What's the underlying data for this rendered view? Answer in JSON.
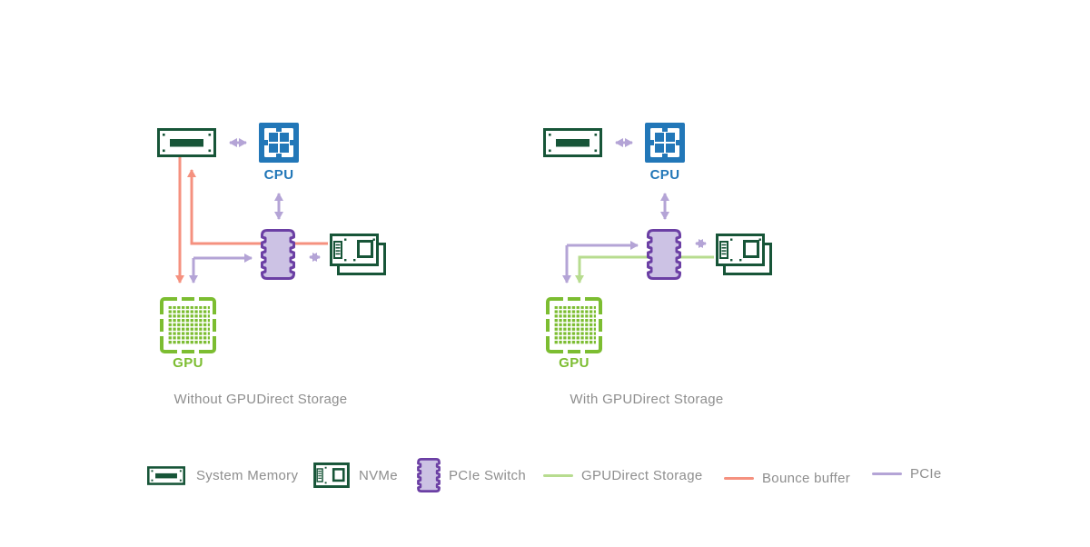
{
  "diagrams": [
    {
      "title": "Without GPUDirect Storage",
      "cpu_label": "CPU",
      "gpu_label": "GPU",
      "nodes": [
        "system-memory",
        "cpu",
        "pcie-switch",
        "nvme",
        "gpu"
      ],
      "paths": [
        "pcie: system-memory<->cpu",
        "pcie: cpu<->pcie-switch",
        "pcie: pcie-switch<->nvme",
        "pcie: pcie-switch<->gpu",
        "bounce-buffer: nvme->system-memory",
        "bounce-buffer: system-memory->gpu"
      ]
    },
    {
      "title": "With GPUDirect Storage",
      "cpu_label": "CPU",
      "gpu_label": "GPU",
      "nodes": [
        "system-memory",
        "cpu",
        "pcie-switch",
        "nvme",
        "gpu"
      ],
      "paths": [
        "pcie: system-memory<->cpu",
        "pcie: cpu<->pcie-switch",
        "pcie: pcie-switch<->nvme",
        "pcie: pcie-switch<->gpu",
        "gpudirect-storage: nvme->gpu"
      ]
    }
  ],
  "legend": {
    "items": [
      {
        "icon": "system-memory-icon",
        "label": "System Memory"
      },
      {
        "icon": "nvme-icon",
        "label": "NVMe"
      },
      {
        "icon": "pcie-switch-icon",
        "label": "PCIe Switch"
      },
      {
        "icon": "line-swatch",
        "label": "GPUDirect Storage",
        "color": "#B7DC8F"
      },
      {
        "icon": "line-swatch",
        "label": "Bounce buffer",
        "color": "#F5917F"
      },
      {
        "icon": "line-swatch",
        "label": "PCIe",
        "color": "#B4A4D6"
      }
    ]
  },
  "colors": {
    "dark_green": "#175538",
    "nvidia_green": "#7CBD31",
    "gpudirect_line": "#B7DC8F",
    "bounce_buffer_line": "#F5917F",
    "pcie_line": "#B4A4D6",
    "pcie_switch_fill": "#CCC2E4",
    "pcie_switch_border": "#6B3FA4",
    "cpu_blue": "#2277B8",
    "label_gray": "#8E8E8E",
    "background": "#FFFFFF"
  }
}
